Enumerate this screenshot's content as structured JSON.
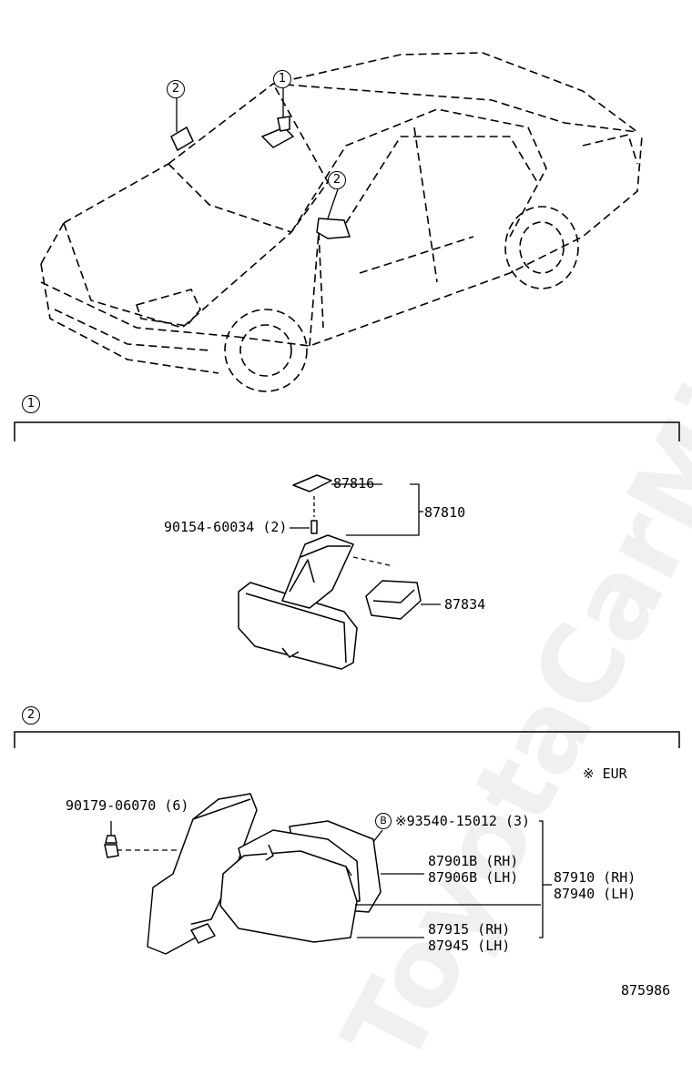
{
  "watermark": "ToyotaCarMirror.ru",
  "callouts": [
    "1",
    "2"
  ],
  "section1": {
    "marker": "1",
    "parts": {
      "p87816": "87816",
      "p87810": "87810",
      "p90154": "90154-60034 (2)",
      "p87834": "87834"
    }
  },
  "section2": {
    "marker": "2",
    "eur_note": "※ EUR",
    "b_marker": "B",
    "parts": {
      "p90179": "90179-06070 (6)",
      "p93540": "※93540-15012 (3)",
      "p87901": "87901B (RH)",
      "p87906": "87906B (LH)",
      "p87910": "87910 (RH)",
      "p87940": "87940 (LH)",
      "p87915": "87915 (RH)",
      "p87945": "87945 (LH)"
    }
  },
  "figure_number": "875986"
}
